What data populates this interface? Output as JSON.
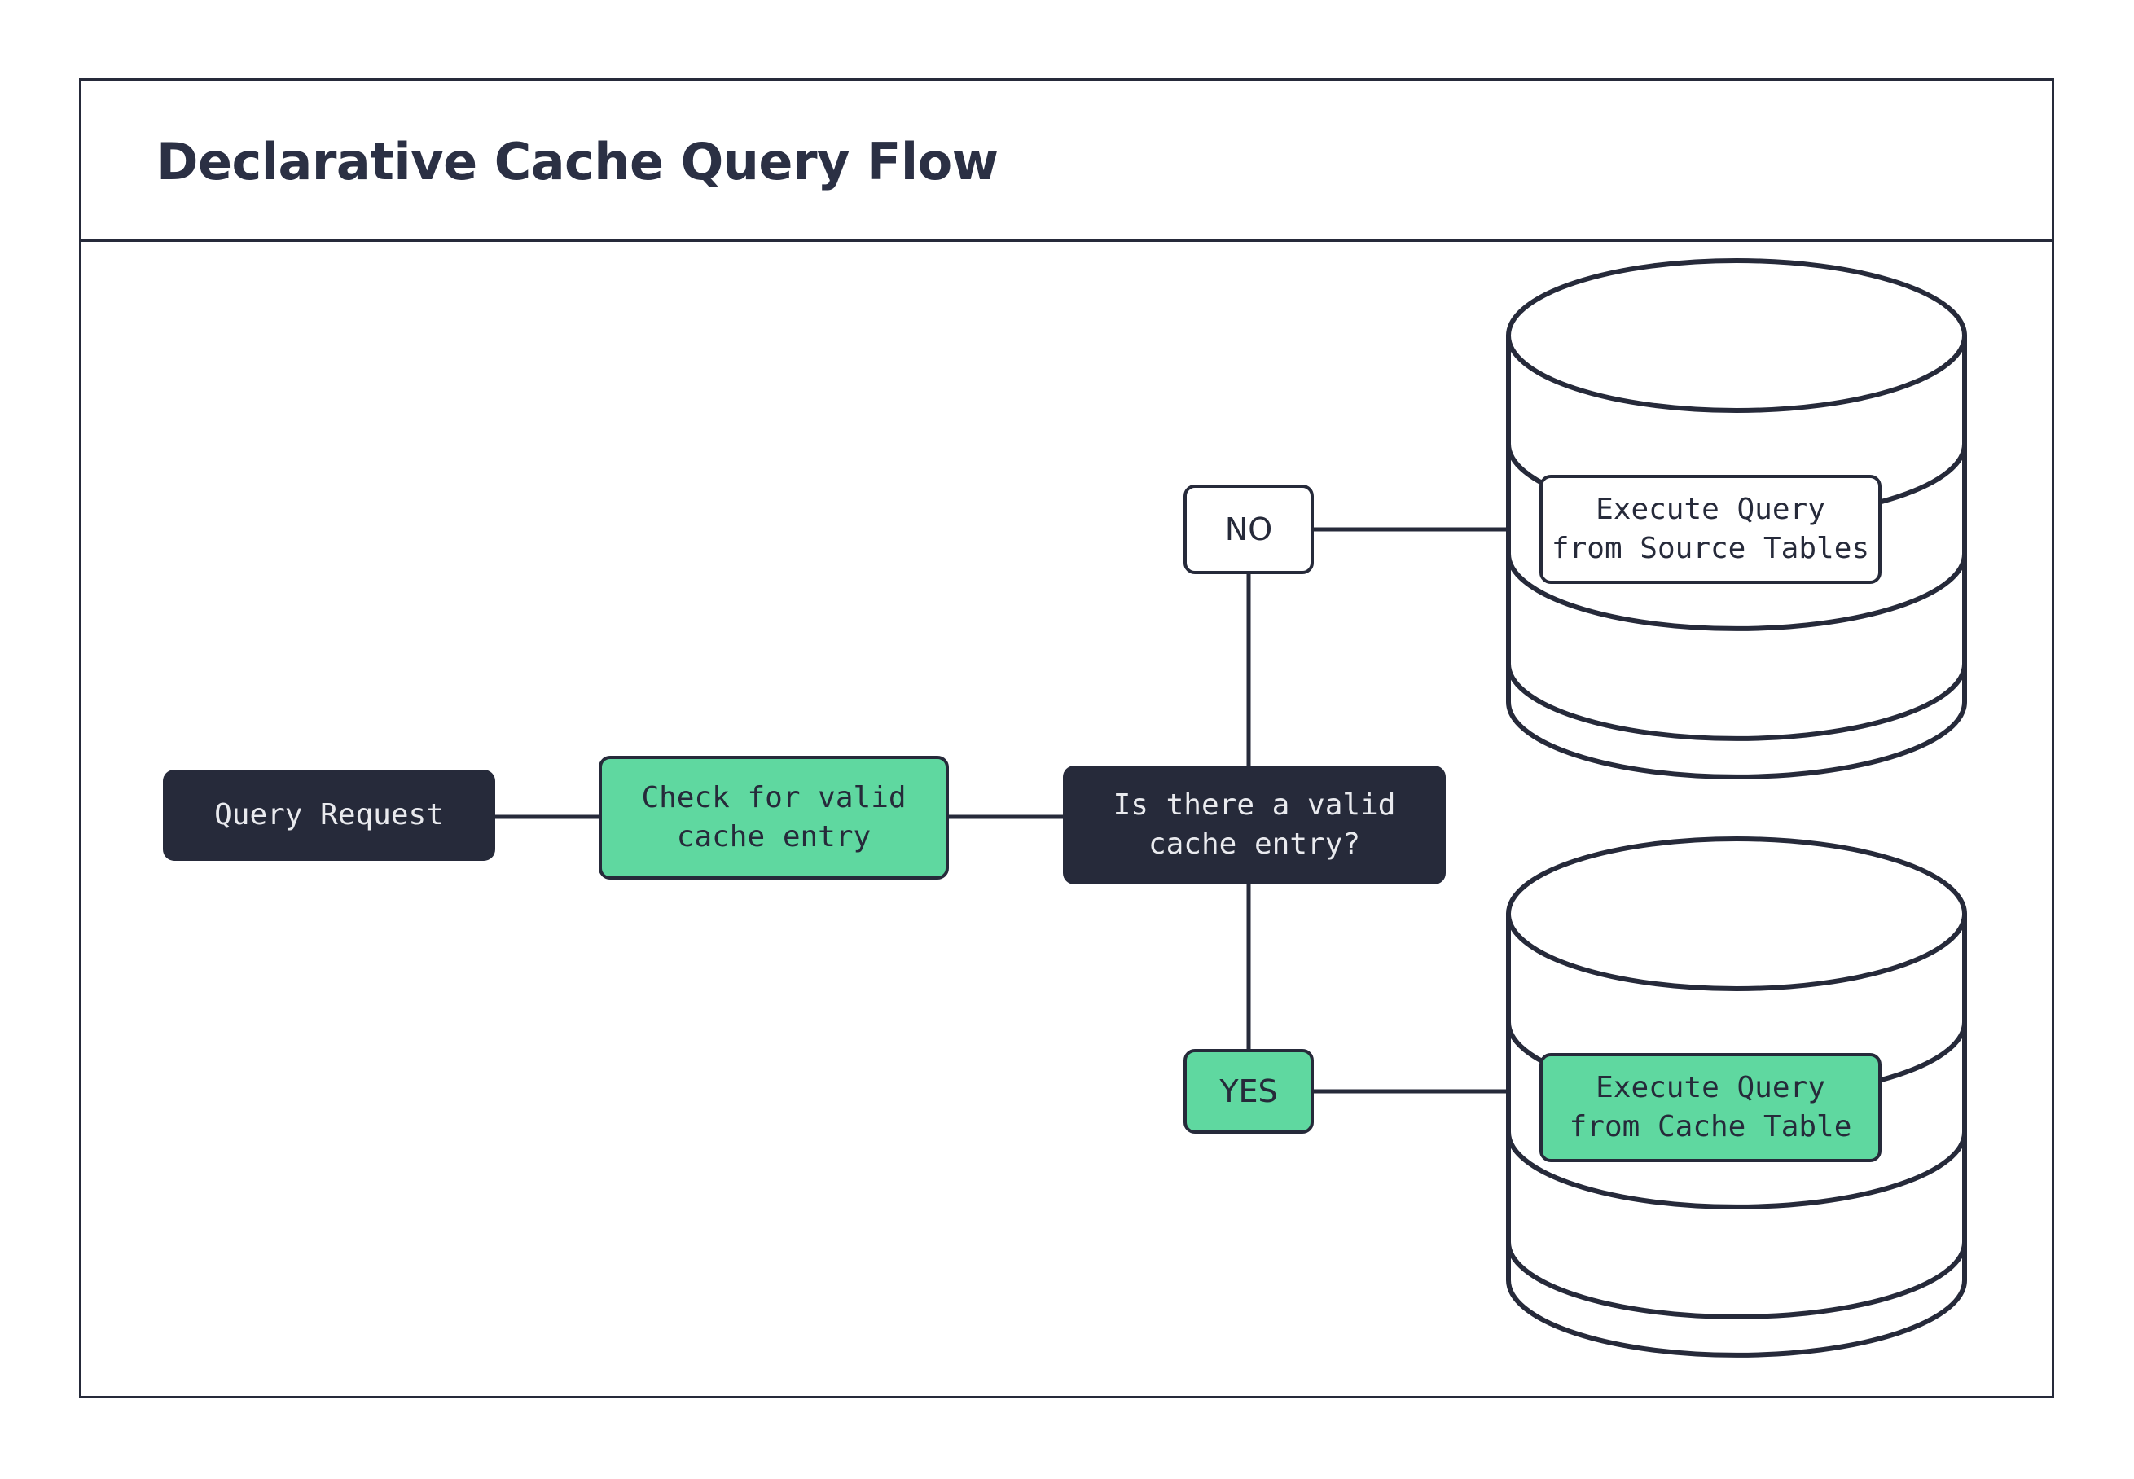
{
  "page": {
    "title": "Declarative Cache Query Flow",
    "background": "#ffffff",
    "border_color": "#262a3a"
  },
  "colors": {
    "dark": "#262a3a",
    "green": "#5fd8a0",
    "white": "#ffffff",
    "text_light": "#e9eaee",
    "title_text": "#2b3044"
  },
  "diagram": {
    "type": "flowchart",
    "nodes": [
      {
        "id": "query-request",
        "label": "Query Request",
        "shape": "rounded-rect",
        "fill": "#262a3a",
        "text_color": "#e9eaee"
      },
      {
        "id": "check-cache",
        "label": "Check for valid\ncache entry",
        "shape": "rounded-rect",
        "fill": "#5fd8a0",
        "text_color": "#262a3a"
      },
      {
        "id": "decision",
        "label": "Is there a valid\ncache entry?",
        "shape": "rounded-rect",
        "fill": "#262a3a",
        "text_color": "#e9eaee"
      },
      {
        "id": "source-db",
        "label": "Execute Query\nfrom Source Tables",
        "shape": "cylinder",
        "fill": "#ffffff",
        "text_color": "#262a3a"
      },
      {
        "id": "cache-db",
        "label": "Execute Query\nfrom Cache Table",
        "shape": "cylinder",
        "fill": "#5fd8a0",
        "text_color": "#262a3a"
      }
    ],
    "edge_labels": [
      {
        "id": "no-label",
        "label": "NO",
        "fill": "#ffffff"
      },
      {
        "id": "yes-label",
        "label": "YES",
        "fill": "#5fd8a0"
      }
    ],
    "edges": [
      {
        "from": "query-request",
        "to": "check-cache",
        "label": ""
      },
      {
        "from": "check-cache",
        "to": "decision",
        "label": ""
      },
      {
        "from": "decision",
        "to": "source-db",
        "label": "NO"
      },
      {
        "from": "decision",
        "to": "cache-db",
        "label": "YES"
      }
    ]
  }
}
